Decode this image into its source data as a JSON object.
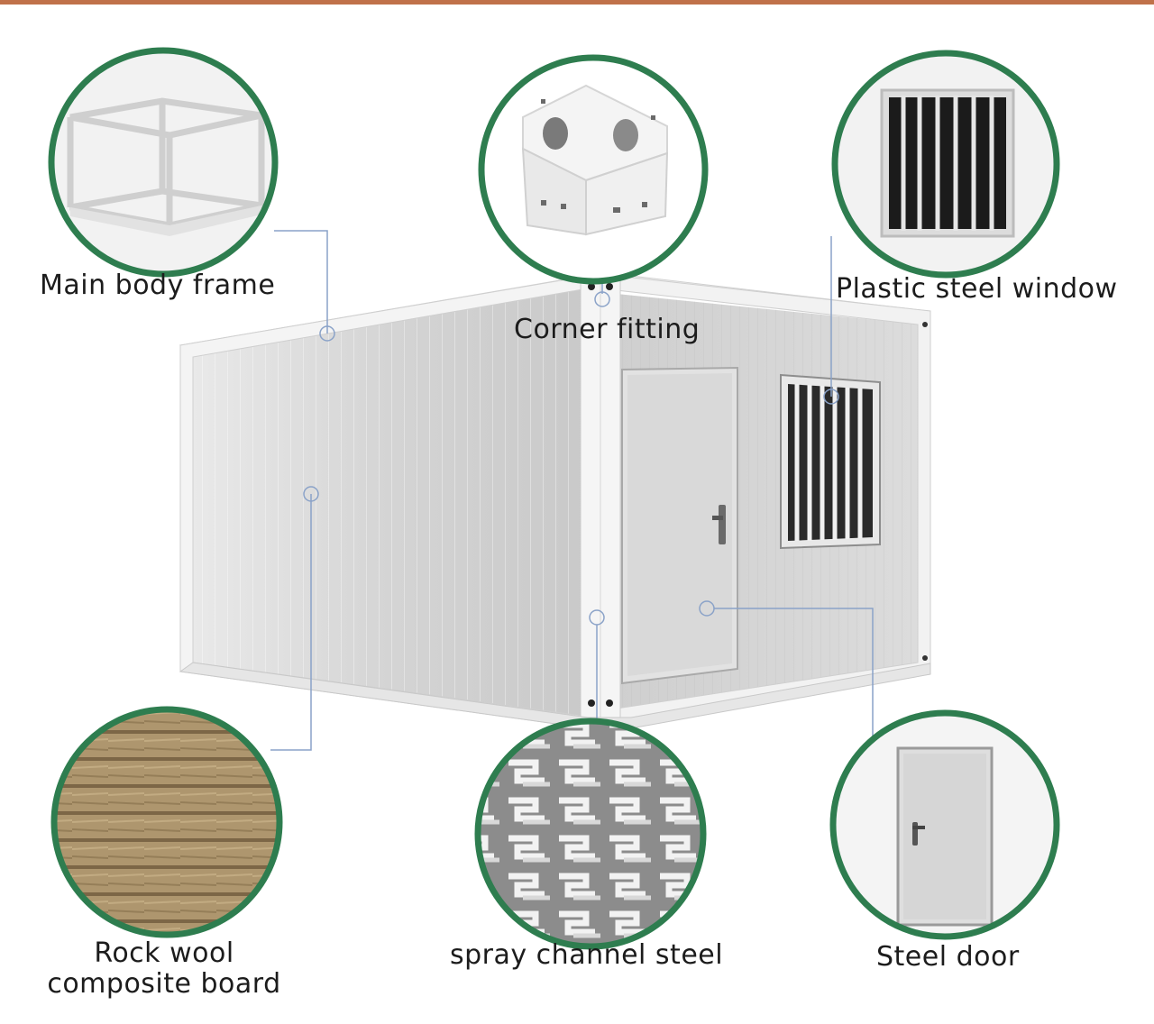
{
  "labels": {
    "main_body_frame": "Main body frame",
    "corner_fitting": "Corner fitting",
    "plastic_steel_window": "Plastic steel window",
    "rock_wool_line1": "Rock wool",
    "rock_wool_line2": "composite board",
    "spray_channel_steel": "spray channel steel",
    "steel_door": "Steel door"
  },
  "colors": {
    "accent_bar": "#c0714a",
    "ring_green": "#2e7d4f",
    "callout_line": "#8aa2c8"
  }
}
